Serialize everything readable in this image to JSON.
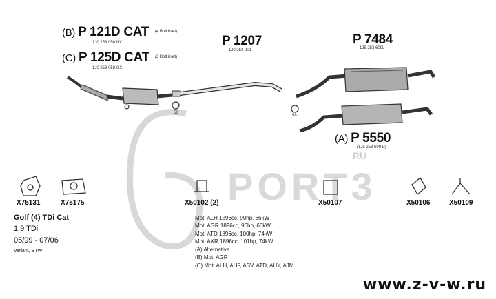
{
  "parts": {
    "b_prefix": "(B)",
    "b_number": "P 121D CAT",
    "b_note": "(4 Bolt inlet)",
    "b_oem": "1J0 253 058 HX",
    "c_prefix": "(C)",
    "c_number": "P 125D CAT",
    "c_note": "(3 Bolt inlet)",
    "c_oem": "1J0 253 058 GX",
    "mid_number": "P 1207",
    "mid_oem": "1J0 253 201",
    "rear_number": "P 7484",
    "rear_oem": "1J5 253 609L",
    "alt_prefix": "(A)",
    "alt_number": "P 5550",
    "alt_oem": "(1J5 253 609 L)",
    "clamp_58_left": "58",
    "clamp_58_right": "58"
  },
  "fittings": [
    "X75131",
    "X75175",
    "X50102 (2)",
    "X50107",
    "X50106",
    "X50109"
  ],
  "vehicle": {
    "model": "Golf (4) TDi Cat",
    "engine": "1.9 TDi",
    "years": "05/99 - 07/06",
    "body": "Variant, STW"
  },
  "fitment_lines": [
    "Mot. ALH 1896cc, 90hp, 66kW",
    "Mot. AGR 1896cc, 90hp, 66kW",
    "Mot. ATD 1896cc, 100hp, 74kW",
    "Mot. AXR 1896cc, 101hp, 74kW",
    "(A) Alternative",
    "(B) Mot. AGR",
    "(C) Mot. ALH, AHF, ASV, ATD, AUY, AJM"
  ],
  "watermark": {
    "brand": "PORT3",
    "tld": "RU",
    "url": "www.z-v-w.ru"
  }
}
